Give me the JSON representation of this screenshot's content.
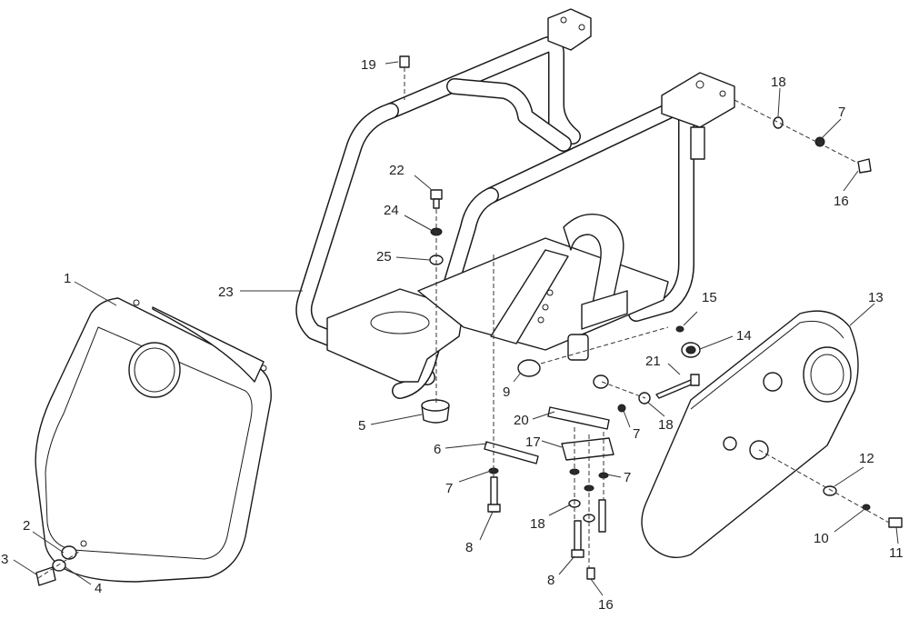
{
  "diagram": {
    "kind": "exploded-parts-view",
    "callouts": [
      {
        "id": "c1",
        "label": "1"
      },
      {
        "id": "c2",
        "label": "2"
      },
      {
        "id": "c3",
        "label": "3"
      },
      {
        "id": "c4",
        "label": "4"
      },
      {
        "id": "c5",
        "label": "5"
      },
      {
        "id": "c6",
        "label": "6"
      },
      {
        "id": "c7a",
        "label": "7"
      },
      {
        "id": "c7b",
        "label": "7"
      },
      {
        "id": "c7c",
        "label": "7"
      },
      {
        "id": "c7d",
        "label": "7"
      },
      {
        "id": "c8a",
        "label": "8"
      },
      {
        "id": "c8b",
        "label": "8"
      },
      {
        "id": "c9",
        "label": "9"
      },
      {
        "id": "c10",
        "label": "10"
      },
      {
        "id": "c11",
        "label": "11"
      },
      {
        "id": "c12",
        "label": "12"
      },
      {
        "id": "c13",
        "label": "13"
      },
      {
        "id": "c14",
        "label": "14"
      },
      {
        "id": "c15",
        "label": "15"
      },
      {
        "id": "c16a",
        "label": "16"
      },
      {
        "id": "c16b",
        "label": "16"
      },
      {
        "id": "c17",
        "label": "17"
      },
      {
        "id": "c18a",
        "label": "18"
      },
      {
        "id": "c18b",
        "label": "18"
      },
      {
        "id": "c18c",
        "label": "18"
      },
      {
        "id": "c19",
        "label": "19"
      },
      {
        "id": "c20",
        "label": "20"
      },
      {
        "id": "c21",
        "label": "21"
      },
      {
        "id": "c22",
        "label": "22"
      },
      {
        "id": "c23",
        "label": "23"
      },
      {
        "id": "c24",
        "label": "24"
      },
      {
        "id": "c25",
        "label": "25"
      }
    ]
  }
}
